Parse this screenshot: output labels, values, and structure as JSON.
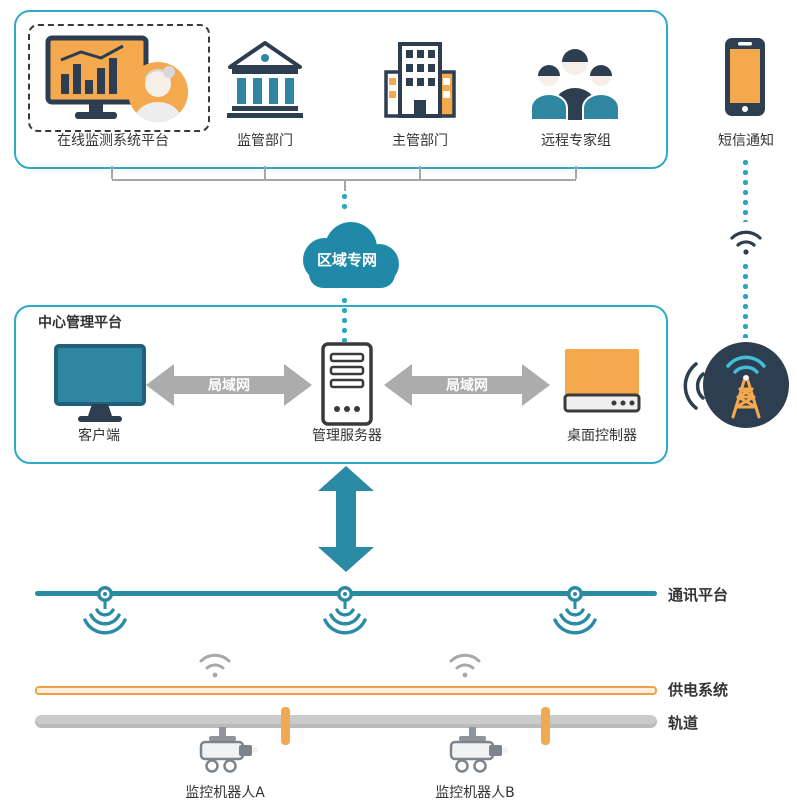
{
  "top_group": {
    "items": [
      {
        "label": "在线监测系统平台"
      },
      {
        "label": "监管部门"
      },
      {
        "label": "主管部门"
      },
      {
        "label": "远程专家组"
      }
    ]
  },
  "sms": {
    "label": "短信通知"
  },
  "cloud": {
    "label": "区域专网"
  },
  "center": {
    "title": "中心管理平台",
    "client_label": "客户端",
    "server_label": "管理服务器",
    "controller_label": "桌面控制器",
    "lan_left": "局域网",
    "lan_right": "局域网"
  },
  "bottom": {
    "comm_label": "通讯平台",
    "power_label": "供电系统",
    "track_label": "轨道",
    "robot_a": "监控机器人A",
    "robot_b": "监控机器人B"
  },
  "colors": {
    "teal": "#2B8BA5",
    "teal_border": "#2FA8C5",
    "teal_cloud": "#2189A8",
    "orange": "#F5A94E",
    "navy": "#2C3E50",
    "gray_arrow": "#ACACAC"
  }
}
